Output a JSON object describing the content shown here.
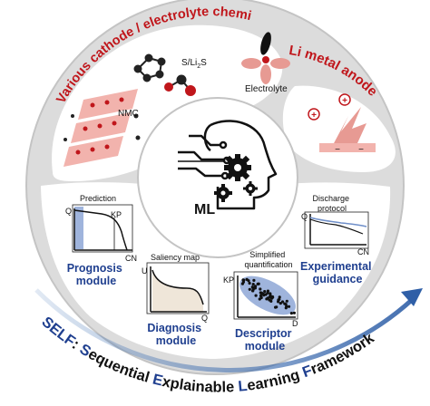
{
  "colors": {
    "red": "#c0161b",
    "blue": "#1f3f8f",
    "ring": "#dcdcdc",
    "ring_stroke": "#c4c4c4",
    "pink": "#e79a93",
    "light_blue": "#9fb4dc",
    "dark": "#222222",
    "arc_blue": "#7aa5d2"
  },
  "top_section": {
    "title": "Various cathode / electrolyte chemistries",
    "sli2s_label_main": "S/Li",
    "sli2s_label_sub": "2",
    "sli2s_label_tail": "S",
    "nmc_label": "NMC",
    "electrolyte_label": "Electrolyte"
  },
  "li_metal": {
    "title": "Li metal anode",
    "plus_symbol": "+",
    "minus_symbol": "−"
  },
  "center": {
    "ml_label": "ML",
    "icon": "brain-gears-icon"
  },
  "prognosis": {
    "caption": "Prediction",
    "y_axis": "Q",
    "x_axis": "CN",
    "kp_label": "KP",
    "title_line1": "Prognosis",
    "title_line2": "module"
  },
  "diagnosis": {
    "caption": "Saliency map",
    "y_axis": "U",
    "x_axis": "Q",
    "title_line1": "Diagnosis",
    "title_line2": "module"
  },
  "descriptor": {
    "caption_line1": "Simplified",
    "caption_line2": "quantification",
    "y_axis": "KP",
    "x_axis": "D",
    "title_line1": "Descriptor",
    "title_line2": "module"
  },
  "experimental": {
    "caption_line1": "Discharge",
    "caption_line2": "protocol",
    "y_axis": "Q",
    "x_axis": "CN",
    "title_line1": "Experimental",
    "title_line2": "guidance"
  },
  "framework": {
    "acronym": "SELF",
    "colon": ":",
    "words": [
      {
        "initial": "S",
        "rest": "equential"
      },
      {
        "initial": "E",
        "rest": "xplainable"
      },
      {
        "initial": "L",
        "rest": "earning"
      },
      {
        "initial": "F",
        "rest": "ramework"
      }
    ]
  }
}
